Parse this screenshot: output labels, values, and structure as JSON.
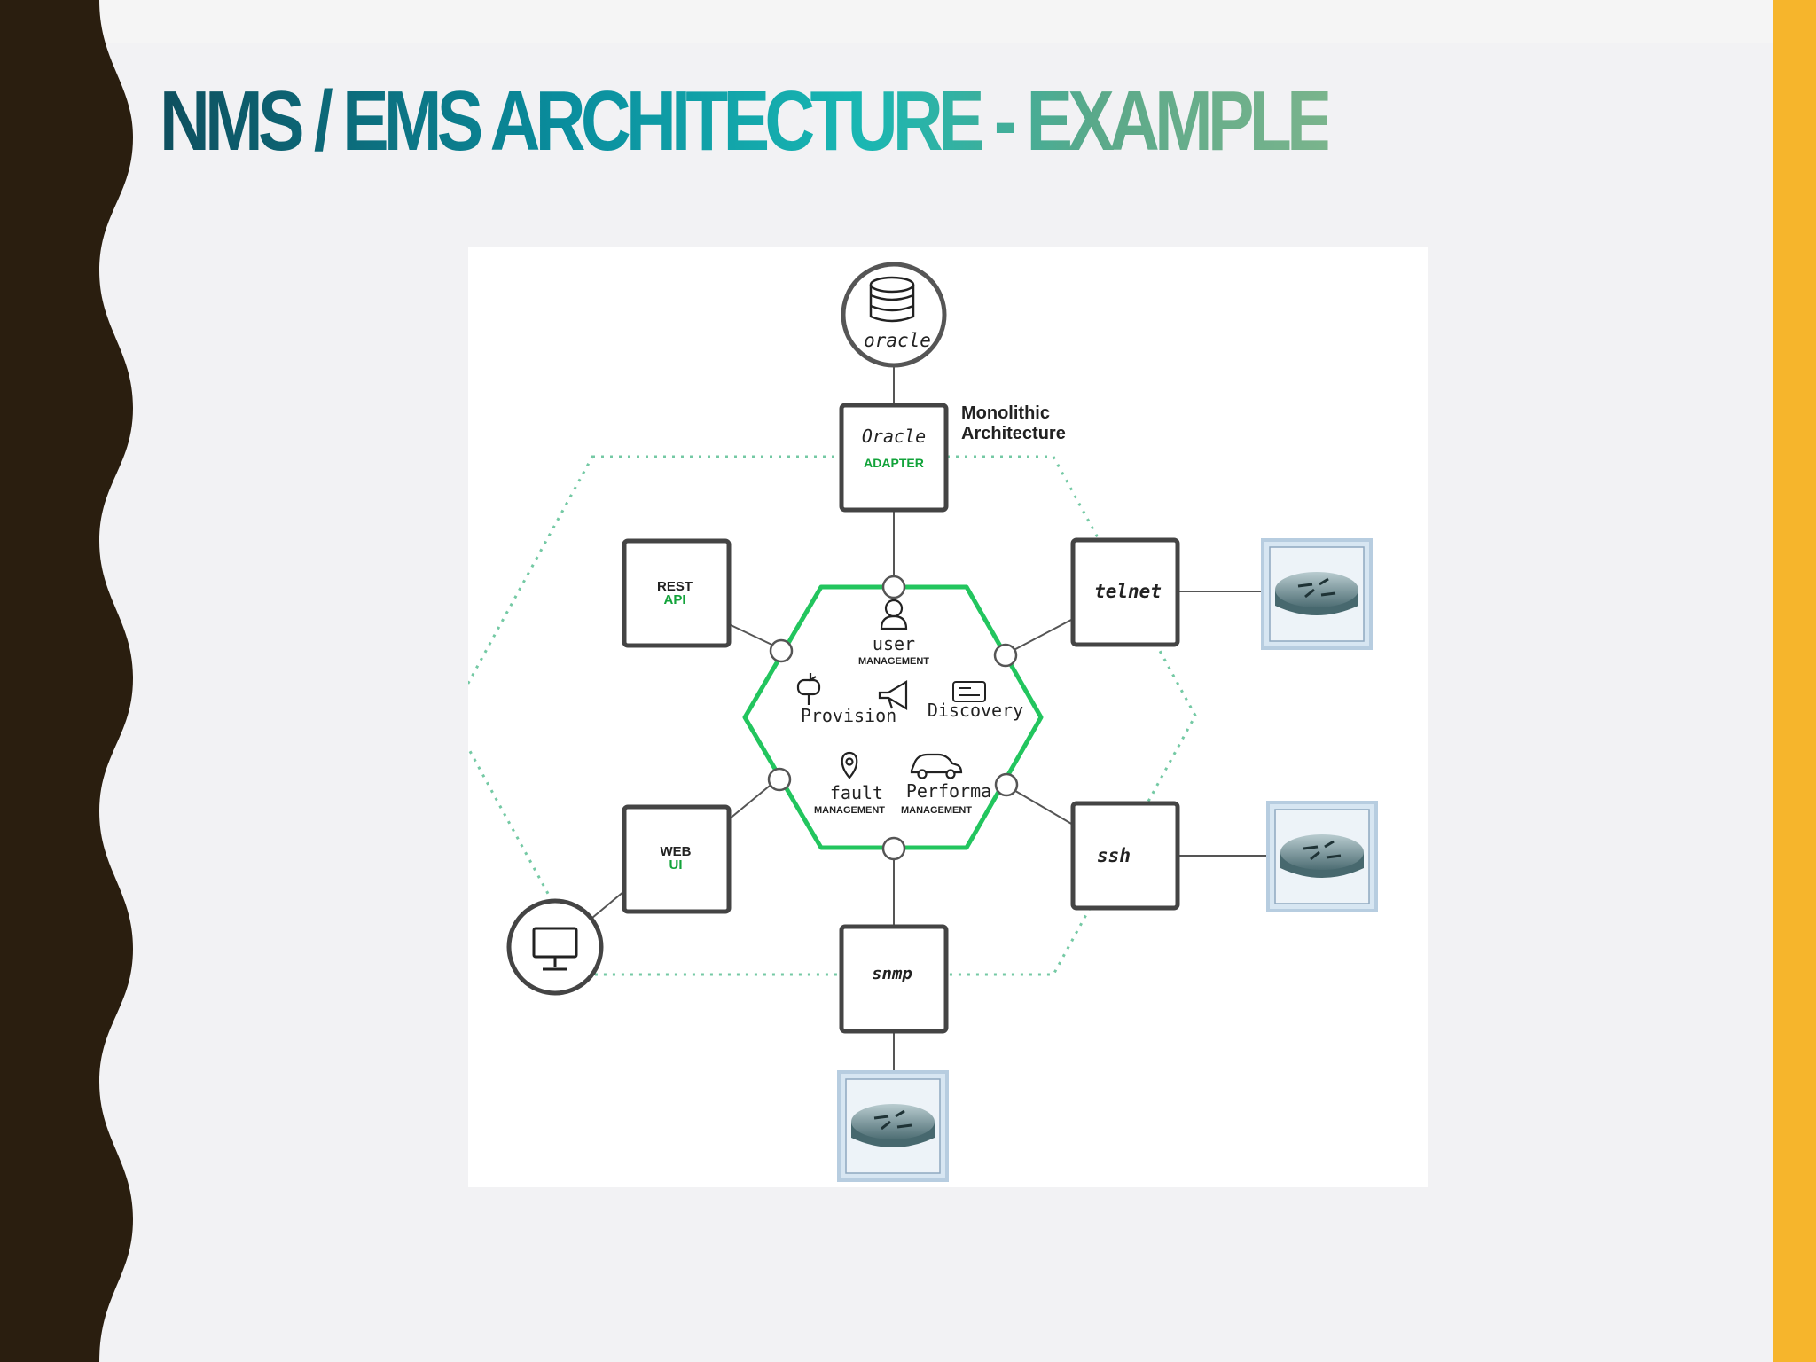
{
  "slide": {
    "title": "NMS / EMS ARCHITECTURE - EXAMPLE",
    "colors": {
      "left_band": "#2a1e0f",
      "right_band": "#f6b52c",
      "background": "#f2f2f4"
    }
  },
  "diagram": {
    "database": {
      "label": "oracle",
      "icon": "database-icon"
    },
    "annotation": {
      "line1": "Monolithic",
      "line2": "Architecture"
    },
    "adapters": {
      "oracle": {
        "line1": "Oracle",
        "line2": "ADAPTER"
      },
      "rest": {
        "line1": "REST",
        "line2": "API"
      },
      "web": {
        "line1": "WEB",
        "line2": "UI"
      },
      "telnet": {
        "label": "telnet"
      },
      "ssh": {
        "label": "ssh"
      },
      "snmp": {
        "label": "snmp"
      }
    },
    "core": {
      "user": {
        "line1": "user",
        "line2": "MANAGEMENT",
        "icon": "user-icon"
      },
      "provision": {
        "label": "Provision",
        "icon": "mailbox-icon"
      },
      "discovery": {
        "label": "Discovery",
        "icon": "card-icon"
      },
      "notify": {
        "icon": "megaphone-icon"
      },
      "fault": {
        "line1": "fault",
        "line2": "MANAGEMENT",
        "icon": "location-pin-icon"
      },
      "performance": {
        "line1": "Performa",
        "line2": "MANAGEMENT",
        "icon": "car-icon"
      }
    },
    "devices": {
      "router_icon": "router-icon",
      "monitor_icon": "monitor-icon"
    },
    "colors": {
      "core_border": "#22c55e",
      "dotted_hex": "#74c9a4",
      "accent_text": "#12a33a",
      "box_border": "#444444"
    }
  }
}
